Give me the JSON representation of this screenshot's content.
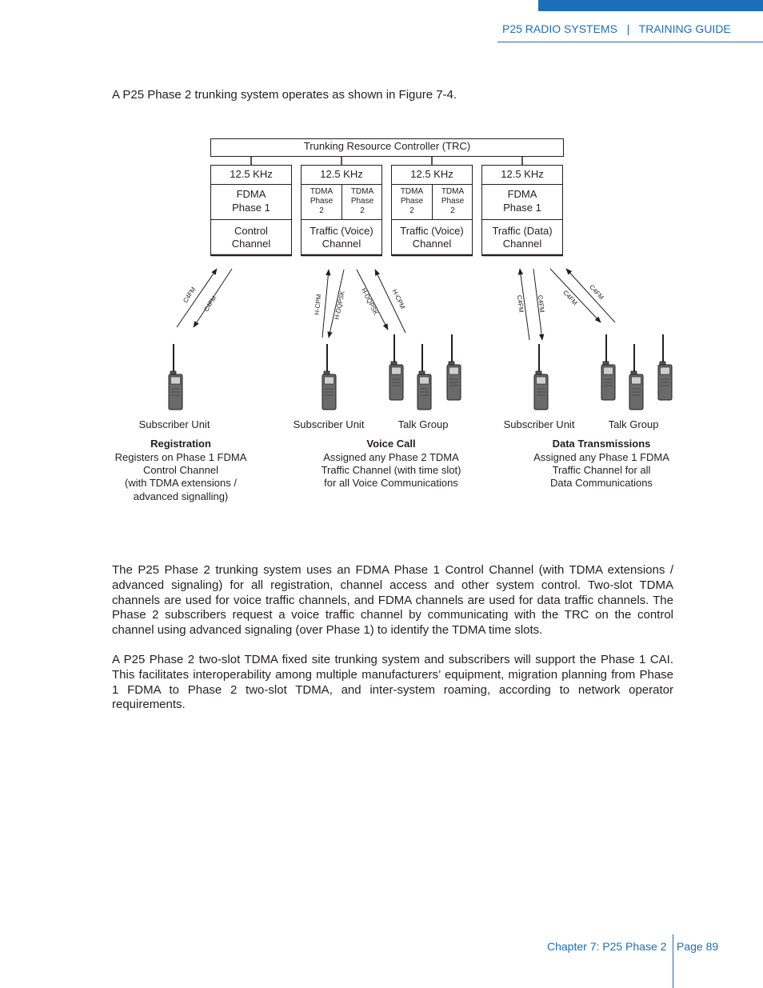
{
  "header": {
    "title": "P25 RADIO SYSTEMS   |   TRAINING GUIDE"
  },
  "intro": "A P25 Phase 2 trunking system operates as shown in Figure 7-4.",
  "diagram": {
    "trc": "Trunking Resource Controller (TRC)",
    "channels": [
      {
        "freq": "12.5 KHz",
        "mode_line1": "FDMA",
        "mode_line2": "Phase 1",
        "type_line1": "Control",
        "type_line2": "Channel"
      },
      {
        "freq": "12.5 KHz",
        "slot_a": [
          "TDMA",
          "Phase",
          "2"
        ],
        "slot_b": [
          "TDMA",
          "Phase",
          "2"
        ],
        "type_line1": "Traffic (Voice)",
        "type_line2": "Channel"
      },
      {
        "freq": "12.5 KHz",
        "slot_a": [
          "TDMA",
          "Phase",
          "2"
        ],
        "slot_b": [
          "TDMA",
          "Phase",
          "2"
        ],
        "type_line1": "Traffic (Voice)",
        "type_line2": "Channel"
      },
      {
        "freq": "12.5 KHz",
        "mode_line1": "FDMA",
        "mode_line2": "Phase 1",
        "type_line1": "Traffic (Data)",
        "type_line2": "Channel"
      }
    ],
    "links": {
      "reg_up": "C4FM",
      "reg_down": "C4FM",
      "voice_su_up": "H-CPM",
      "voice_su_down": "H-DQPSK",
      "voice_tg_down": "H-DQPSK",
      "voice_tg_up": "H-CPM",
      "data_su_up": "C4FM",
      "data_su_down": "C4FM",
      "data_tg_down": "C4FM",
      "data_tg_up": "C4FM"
    },
    "device_labels": {
      "su1": "Subscriber Unit",
      "su2": "Subscriber Unit",
      "tg2": "Talk Group",
      "su3": "Subscriber Unit",
      "tg3": "Talk Group"
    },
    "captions": [
      {
        "title": "Registration",
        "lines": [
          "Registers on Phase 1 FDMA",
          "Control Channel",
          "(with TDMA extensions /",
          "advanced signalling)"
        ]
      },
      {
        "title": "Voice Call",
        "lines": [
          "Assigned any Phase 2 TDMA",
          "Traffic Channel (with time slot)",
          "for all Voice Communications"
        ]
      },
      {
        "title": "Data Transmissions",
        "lines": [
          "Assigned any Phase 1 FDMA",
          "Traffic Channel for all",
          "Data Communications"
        ]
      }
    ]
  },
  "paragraphs": [
    "The P25 Phase 2 trunking system uses an FDMA Phase 1 Control Channel (with TDMA extensions / advanced signaling) for all registration, channel access and other system control.  Two-slot TDMA channels are used for voice traffic channels, and FDMA channels are used for data traffic channels. The Phase 2 subscribers request a voice traffic channel by communicating with the TRC on the control channel using advanced signaling (over Phase 1) to identify the TDMA time slots.",
    "A P25 Phase 2 two-slot TDMA fixed site trunking system and subscribers will support the Phase 1 CAI. This facilitates interoperability among multiple manufacturers’ equipment, migration planning from Phase 1 FDMA to Phase 2 two-slot TDMA, and inter-system roaming, according to network operator requirements."
  ],
  "footer": {
    "chapter": "Chapter 7: P25 Phase 2",
    "page": "Page 89"
  }
}
